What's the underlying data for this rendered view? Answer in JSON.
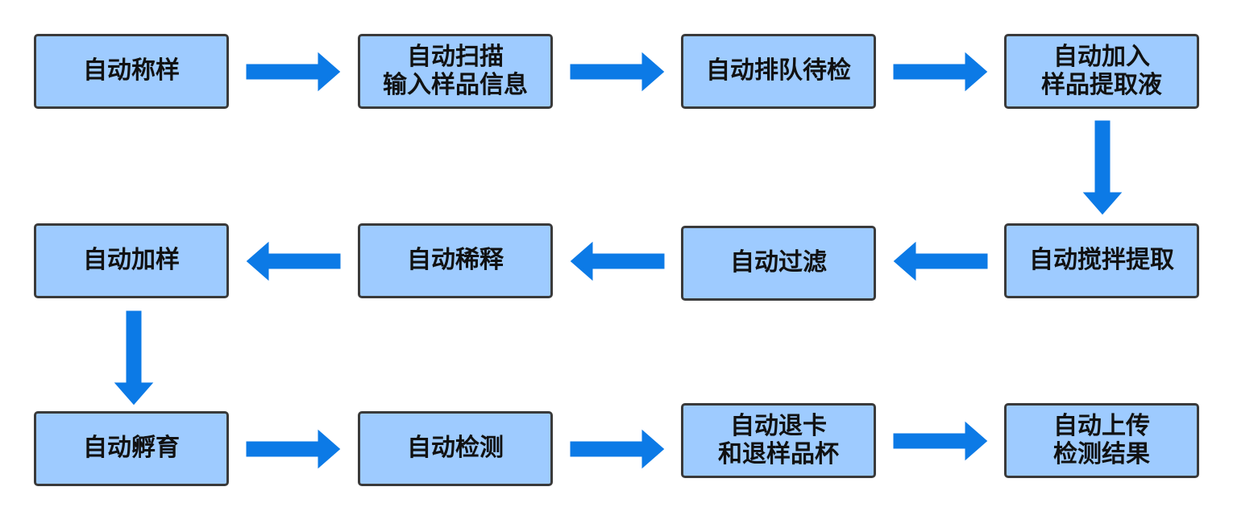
{
  "colors": {
    "box_fill": "#9ecbff",
    "box_border": "#3a3a3a",
    "arrow": "#0c7ae6",
    "text": "#111111"
  },
  "steps": [
    {
      "id": "weigh",
      "lines": [
        "自动称样"
      ]
    },
    {
      "id": "scan",
      "lines": [
        "自动扫描",
        "输入样品信息"
      ]
    },
    {
      "id": "queue",
      "lines": [
        "自动排队待检"
      ]
    },
    {
      "id": "add-extract",
      "lines": [
        "自动加入",
        "样品提取液"
      ]
    },
    {
      "id": "stir-extract",
      "lines": [
        "自动搅拌提取"
      ]
    },
    {
      "id": "filter",
      "lines": [
        "自动过滤"
      ]
    },
    {
      "id": "dilute",
      "lines": [
        "自动稀释"
      ]
    },
    {
      "id": "add-sample",
      "lines": [
        "自动加样"
      ]
    },
    {
      "id": "incubate",
      "lines": [
        "自动孵育"
      ]
    },
    {
      "id": "detect",
      "lines": [
        "自动检测"
      ]
    },
    {
      "id": "eject",
      "lines": [
        "自动退卡",
        "和退样品杯"
      ]
    },
    {
      "id": "upload",
      "lines": [
        "自动上传",
        "检测结果"
      ]
    }
  ],
  "flow": [
    {
      "from": "weigh",
      "to": "scan",
      "direction": "right"
    },
    {
      "from": "scan",
      "to": "queue",
      "direction": "right"
    },
    {
      "from": "queue",
      "to": "add-extract",
      "direction": "right"
    },
    {
      "from": "add-extract",
      "to": "stir-extract",
      "direction": "down"
    },
    {
      "from": "stir-extract",
      "to": "filter",
      "direction": "left"
    },
    {
      "from": "filter",
      "to": "dilute",
      "direction": "left"
    },
    {
      "from": "dilute",
      "to": "add-sample",
      "direction": "left"
    },
    {
      "from": "add-sample",
      "to": "incubate",
      "direction": "down"
    },
    {
      "from": "incubate",
      "to": "detect",
      "direction": "right"
    },
    {
      "from": "detect",
      "to": "eject",
      "direction": "right"
    },
    {
      "from": "eject",
      "to": "upload",
      "direction": "right"
    }
  ]
}
